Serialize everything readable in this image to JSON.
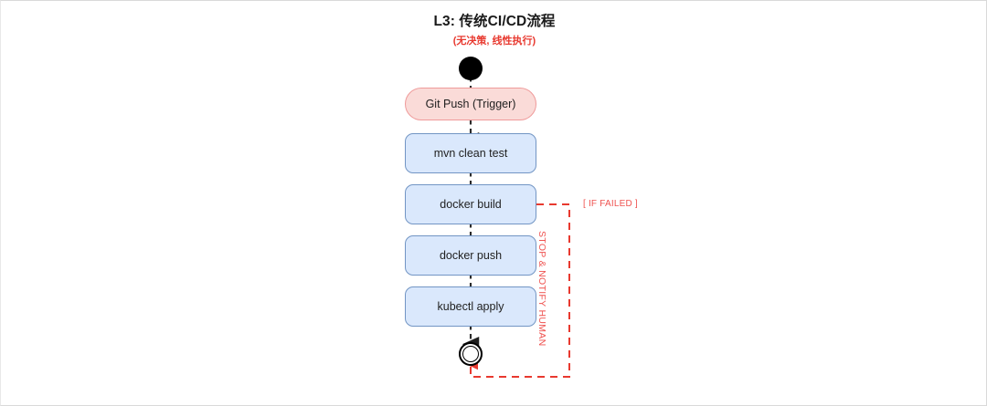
{
  "diagram": {
    "title": "L3: 传统CI/CD流程",
    "subtitle": "(无决策, 线性执行)",
    "colors": {
      "process_fill": "#dae8fc",
      "process_stroke": "#7295c4",
      "trigger_fill": "#fadbd8",
      "trigger_stroke": "#ef9a9a",
      "fail_path": "#ef5350",
      "subtitle_text": "#e8392f",
      "flow_line": "#2b2b2b",
      "page_background": "#ffffff"
    },
    "start_node": {
      "name": "start",
      "shape": "filled-circle"
    },
    "end_node": {
      "name": "end",
      "shape": "double-circle"
    },
    "nodes": [
      {
        "id": "trigger",
        "label": "Git Push (Trigger)",
        "type": "trigger"
      },
      {
        "id": "test",
        "label": "mvn clean test",
        "type": "process"
      },
      {
        "id": "build",
        "label": "docker build",
        "type": "process"
      },
      {
        "id": "push",
        "label": "docker push",
        "type": "process"
      },
      {
        "id": "deploy",
        "label": "kubectl apply",
        "type": "process"
      }
    ],
    "failure_branch": {
      "condition_label": "[ IF FAILED ]",
      "action_label": "STOP & NOTIFY HUMAN",
      "from": "docker build",
      "to": "end"
    }
  }
}
